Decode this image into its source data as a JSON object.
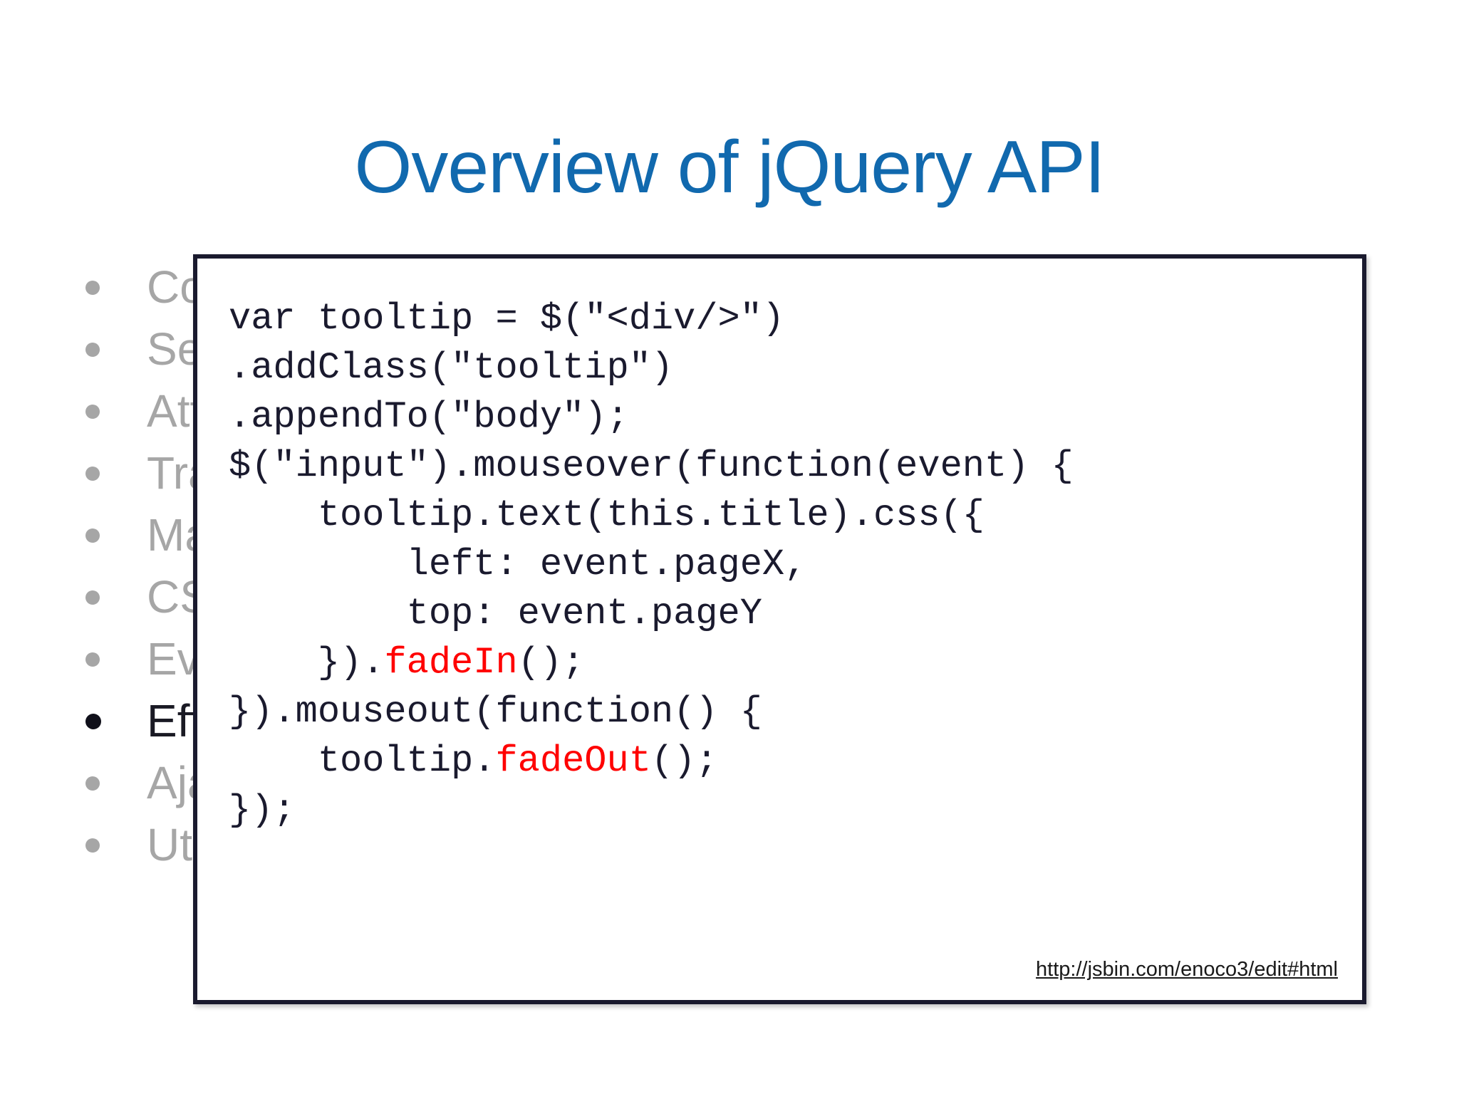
{
  "slide": {
    "title": "Overview of jQuery API",
    "title_color": "#1169AE",
    "background_color": "#ffffff"
  },
  "agenda": {
    "dim_color": "#a6a6a6",
    "active_color": "#1a1a24",
    "items": [
      {
        "label": "Core",
        "active": false
      },
      {
        "label": "Selectors",
        "active": false
      },
      {
        "label": "Attributes",
        "active": false
      },
      {
        "label": "Traversing",
        "active": false
      },
      {
        "label": "Manipulation",
        "active": false
      },
      {
        "label": "CSS",
        "active": false
      },
      {
        "label": "Events",
        "active": false
      },
      {
        "label": "Effects",
        "active": true
      },
      {
        "label": "Ajax",
        "active": false
      },
      {
        "label": "Utilities",
        "active": false
      }
    ]
  },
  "code_box": {
    "border_color": "#1a1a2e",
    "text_color": "#1a1a2e",
    "highlight_color": "#FF0000",
    "lines": [
      {
        "segments": [
          {
            "t": "var tooltip = $(\"<div/>\")",
            "hl": false
          }
        ]
      },
      {
        "segments": [
          {
            "t": ".addClass(\"tooltip\")",
            "hl": false
          }
        ]
      },
      {
        "segments": [
          {
            "t": ".appendTo(\"body\");",
            "hl": false
          }
        ]
      },
      {
        "segments": [
          {
            "t": "$(\"input\").mouseover(function(event) {",
            "hl": false
          }
        ]
      },
      {
        "segments": [
          {
            "t": "    tooltip.text(this.title).css({",
            "hl": false
          }
        ]
      },
      {
        "segments": [
          {
            "t": "        left: event.pageX,",
            "hl": false
          }
        ]
      },
      {
        "segments": [
          {
            "t": "        top: event.pageY",
            "hl": false
          }
        ]
      },
      {
        "segments": [
          {
            "t": "    }).",
            "hl": false
          },
          {
            "t": "fadeIn",
            "hl": true
          },
          {
            "t": "();",
            "hl": false
          }
        ]
      },
      {
        "segments": [
          {
            "t": "}).mouseout(function() {",
            "hl": false
          }
        ]
      },
      {
        "segments": [
          {
            "t": "    tooltip.",
            "hl": false
          },
          {
            "t": "fadeOut",
            "hl": true
          },
          {
            "t": "();",
            "hl": false
          }
        ]
      },
      {
        "segments": [
          {
            "t": "});",
            "hl": false
          }
        ]
      }
    ]
  },
  "source": {
    "url_label": "http://jsbin.com/enoco3/edit#html"
  }
}
